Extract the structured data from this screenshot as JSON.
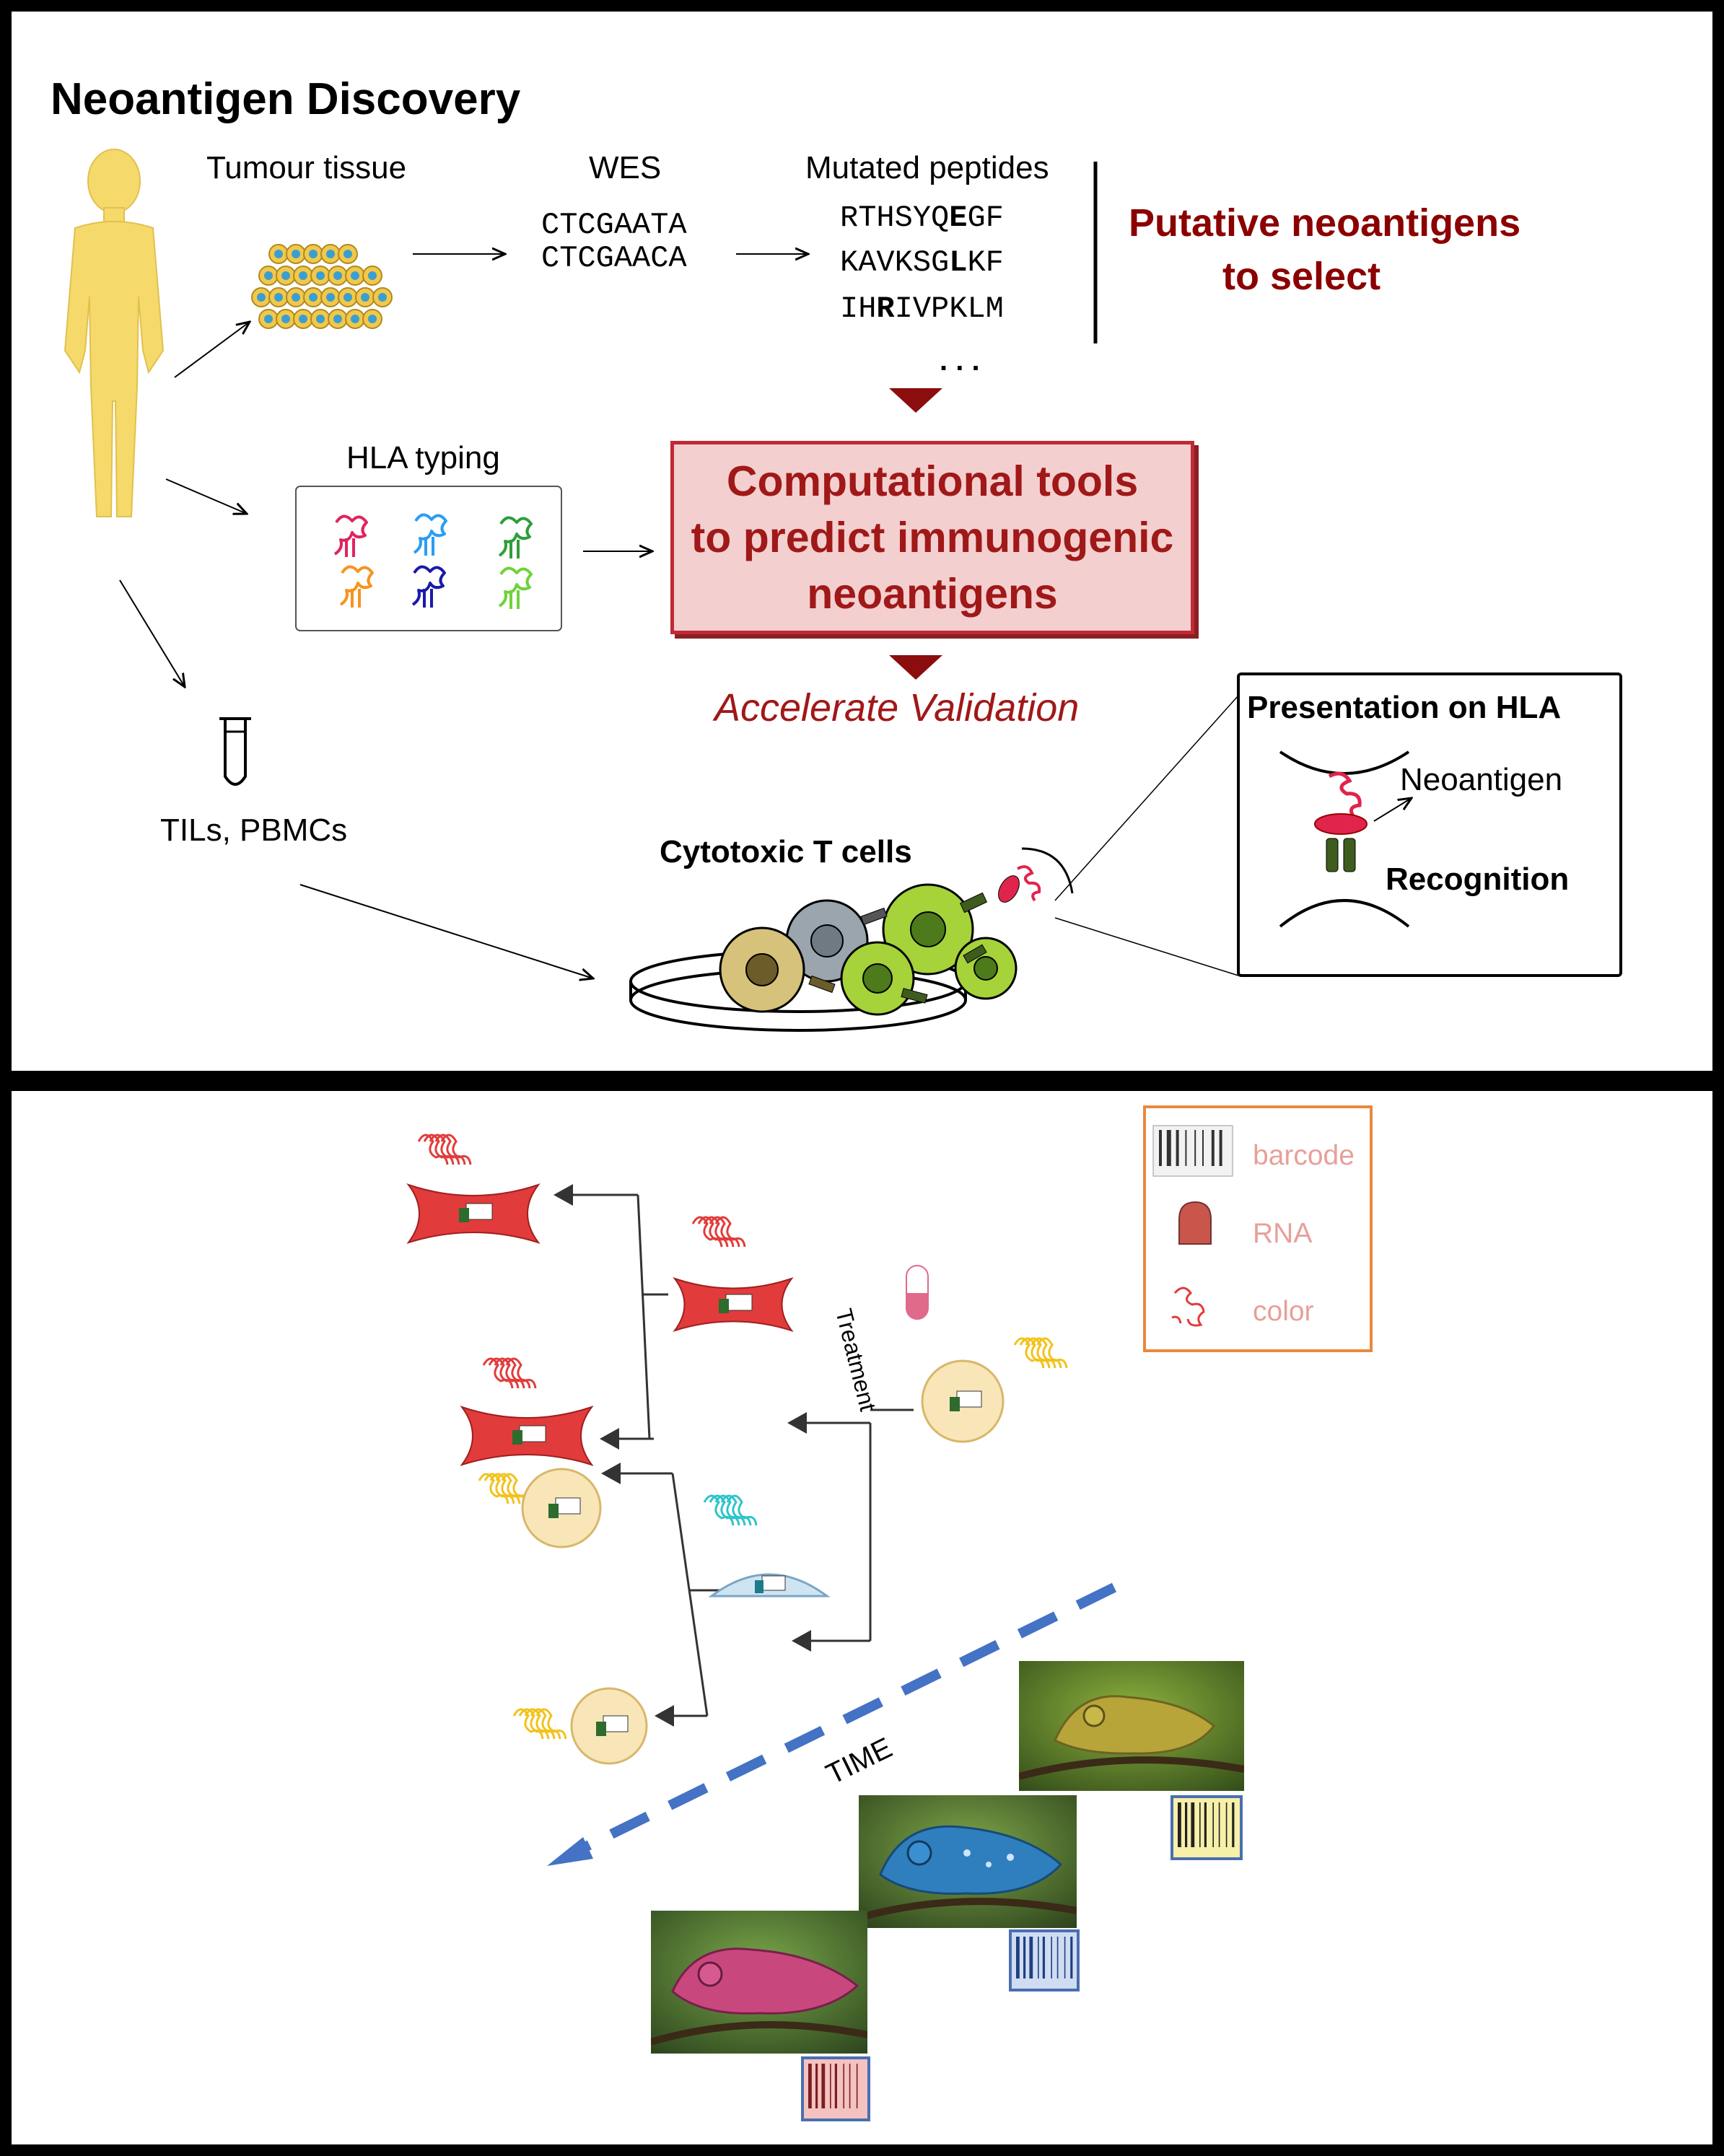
{
  "top_panel": {
    "title": "Neoantigen Discovery",
    "tumour_label": "Tumour tissue",
    "wes_label": "WES",
    "wes_sequences": [
      "CTCGAATA",
      "CTCGAACA"
    ],
    "mutated_label": "Mutated peptides",
    "peptides": [
      {
        "before": "RTHSYQ",
        "mut": "E",
        "after": "GF"
      },
      {
        "before": "KAVKSG",
        "mut": "L",
        "after": "KF"
      },
      {
        "before": "IH",
        "mut": "R",
        "after": "IVPKLM"
      }
    ],
    "ellipsis": ". . .",
    "putative_line1": "Putative neoantigens",
    "putative_line2": "to select",
    "hla_label": "HLA typing",
    "computational": "Computational tools\nto predict immunogenic\nneoantigens",
    "accelerate": "Accelerate Validation",
    "tils_label": "TILs, PBMCs",
    "cytotoxic_label": "Cytotoxic T cells",
    "presentation_label": "Presentation on HLA",
    "neoantigen_label": "Neoantigen",
    "recognition_label": "Recognition",
    "colors": {
      "body": "#f6d96b",
      "accent": "#8b0000",
      "box_fill": "#f4cfcf",
      "box_border": "#c02a36"
    },
    "hla_colors": [
      "#e0245e",
      "#2a9df4",
      "#2e9e3a",
      "#f7931e",
      "#1a1aa8",
      "#6fd23a"
    ]
  },
  "bottom_panel": {
    "treatment_label": "Treatment",
    "time_label": "TIME",
    "legend": [
      {
        "label": "barcode",
        "icon": "barcode-icon"
      },
      {
        "label": "RNA",
        "icon": "rna-icon"
      },
      {
        "label": "color",
        "icon": "protein-icon"
      }
    ],
    "colors": {
      "arrow": "#4472c4",
      "legend_border": "#e8893e",
      "red_cell": "#e23b3b",
      "yellow_protein": "#f2c21b",
      "cyan_protein": "#2ec4c9"
    }
  }
}
